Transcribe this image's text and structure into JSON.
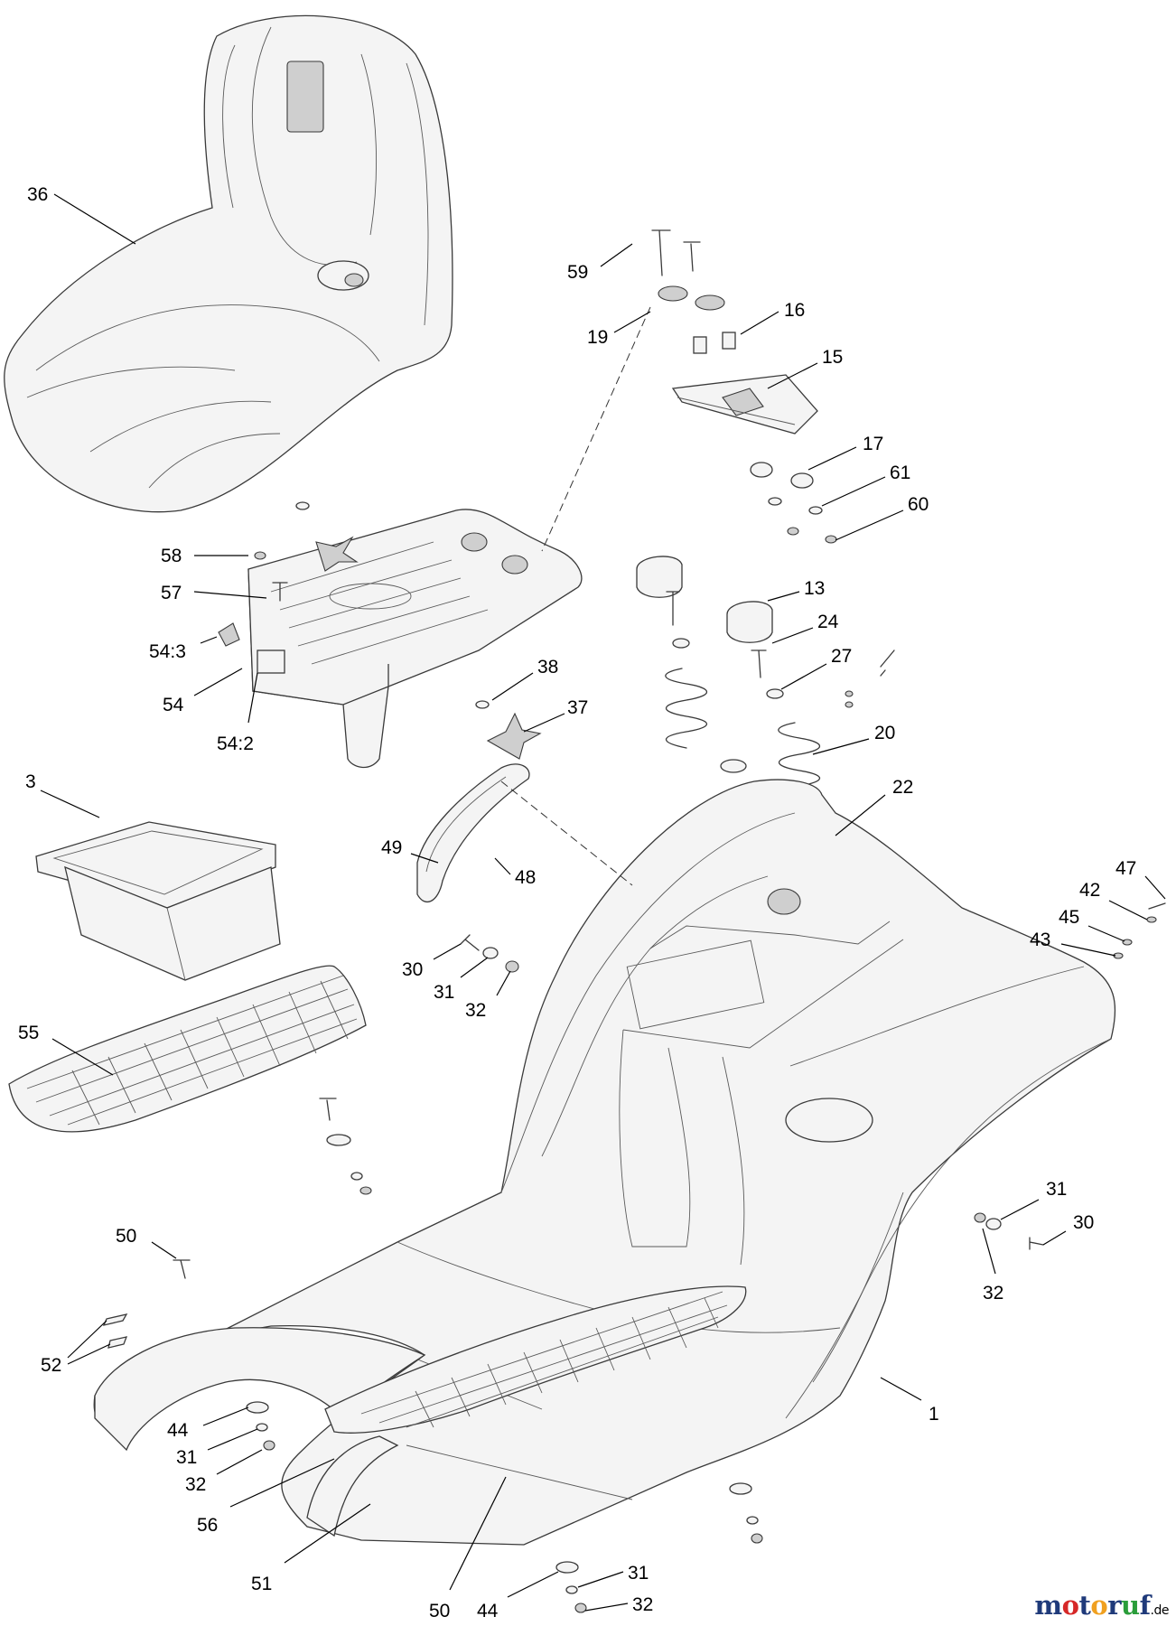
{
  "callouts": [
    {
      "label": "36",
      "part": "seat"
    },
    {
      "label": "59",
      "part": "carriage-bolt"
    },
    {
      "label": "19",
      "part": "bushing"
    },
    {
      "label": "16",
      "part": "spacer"
    },
    {
      "label": "15",
      "part": "seat-slide-plate"
    },
    {
      "label": "17",
      "part": "grommet"
    },
    {
      "label": "61",
      "part": "washer"
    },
    {
      "label": "60",
      "part": "nut"
    },
    {
      "label": "58",
      "part": "nut"
    },
    {
      "label": "57",
      "part": "bolt"
    },
    {
      "label": "54:3",
      "part": "decal"
    },
    {
      "label": "54",
      "part": "seat-pan-bracket"
    },
    {
      "label": "54:2",
      "part": "decal"
    },
    {
      "label": "38",
      "part": "washer"
    },
    {
      "label": "37",
      "part": "knob"
    },
    {
      "label": "13",
      "part": "bumper"
    },
    {
      "label": "24",
      "part": "bolt"
    },
    {
      "label": "27",
      "part": "washer"
    },
    {
      "label": "20",
      "part": "spring"
    },
    {
      "label": "22",
      "part": "washer"
    },
    {
      "label": "3",
      "part": "storage-tray"
    },
    {
      "label": "49",
      "part": "seal"
    },
    {
      "label": "48",
      "part": "seal"
    },
    {
      "label": "47",
      "part": "screw"
    },
    {
      "label": "42",
      "part": "spacer"
    },
    {
      "label": "45",
      "part": "washer"
    },
    {
      "label": "43",
      "part": "nut"
    },
    {
      "label": "30",
      "part": "bolt"
    },
    {
      "label": "31",
      "part": "washer"
    },
    {
      "label": "32",
      "part": "nut"
    },
    {
      "label": "55",
      "part": "floor-mat"
    },
    {
      "label": "31",
      "part": "washer"
    },
    {
      "label": "30",
      "part": "bolt"
    },
    {
      "label": "32",
      "part": "nut"
    },
    {
      "label": "50",
      "part": "screw"
    },
    {
      "label": "52",
      "part": "clip"
    },
    {
      "label": "1",
      "part": "body-frame"
    },
    {
      "label": "44",
      "part": "washer"
    },
    {
      "label": "31",
      "part": "washer"
    },
    {
      "label": "32",
      "part": "nut"
    },
    {
      "label": "56",
      "part": "floor-mat"
    },
    {
      "label": "51",
      "part": "fender-trim"
    },
    {
      "label": "50",
      "part": "screw"
    },
    {
      "label": "44",
      "part": "washer"
    },
    {
      "label": "31",
      "part": "washer"
    },
    {
      "label": "32",
      "part": "nut"
    }
  ],
  "watermark": {
    "segments": [
      {
        "text": "m",
        "color": "#1f3a7a"
      },
      {
        "text": "o",
        "color": "#d62828"
      },
      {
        "text": "t",
        "color": "#1f3a7a"
      },
      {
        "text": "o",
        "color": "#f0a020"
      },
      {
        "text": "r",
        "color": "#1f3a7a"
      },
      {
        "text": "u",
        "color": "#2a9d3a"
      },
      {
        "text": "f",
        "color": "#1f3a7a"
      }
    ],
    "suffix": ".de"
  }
}
